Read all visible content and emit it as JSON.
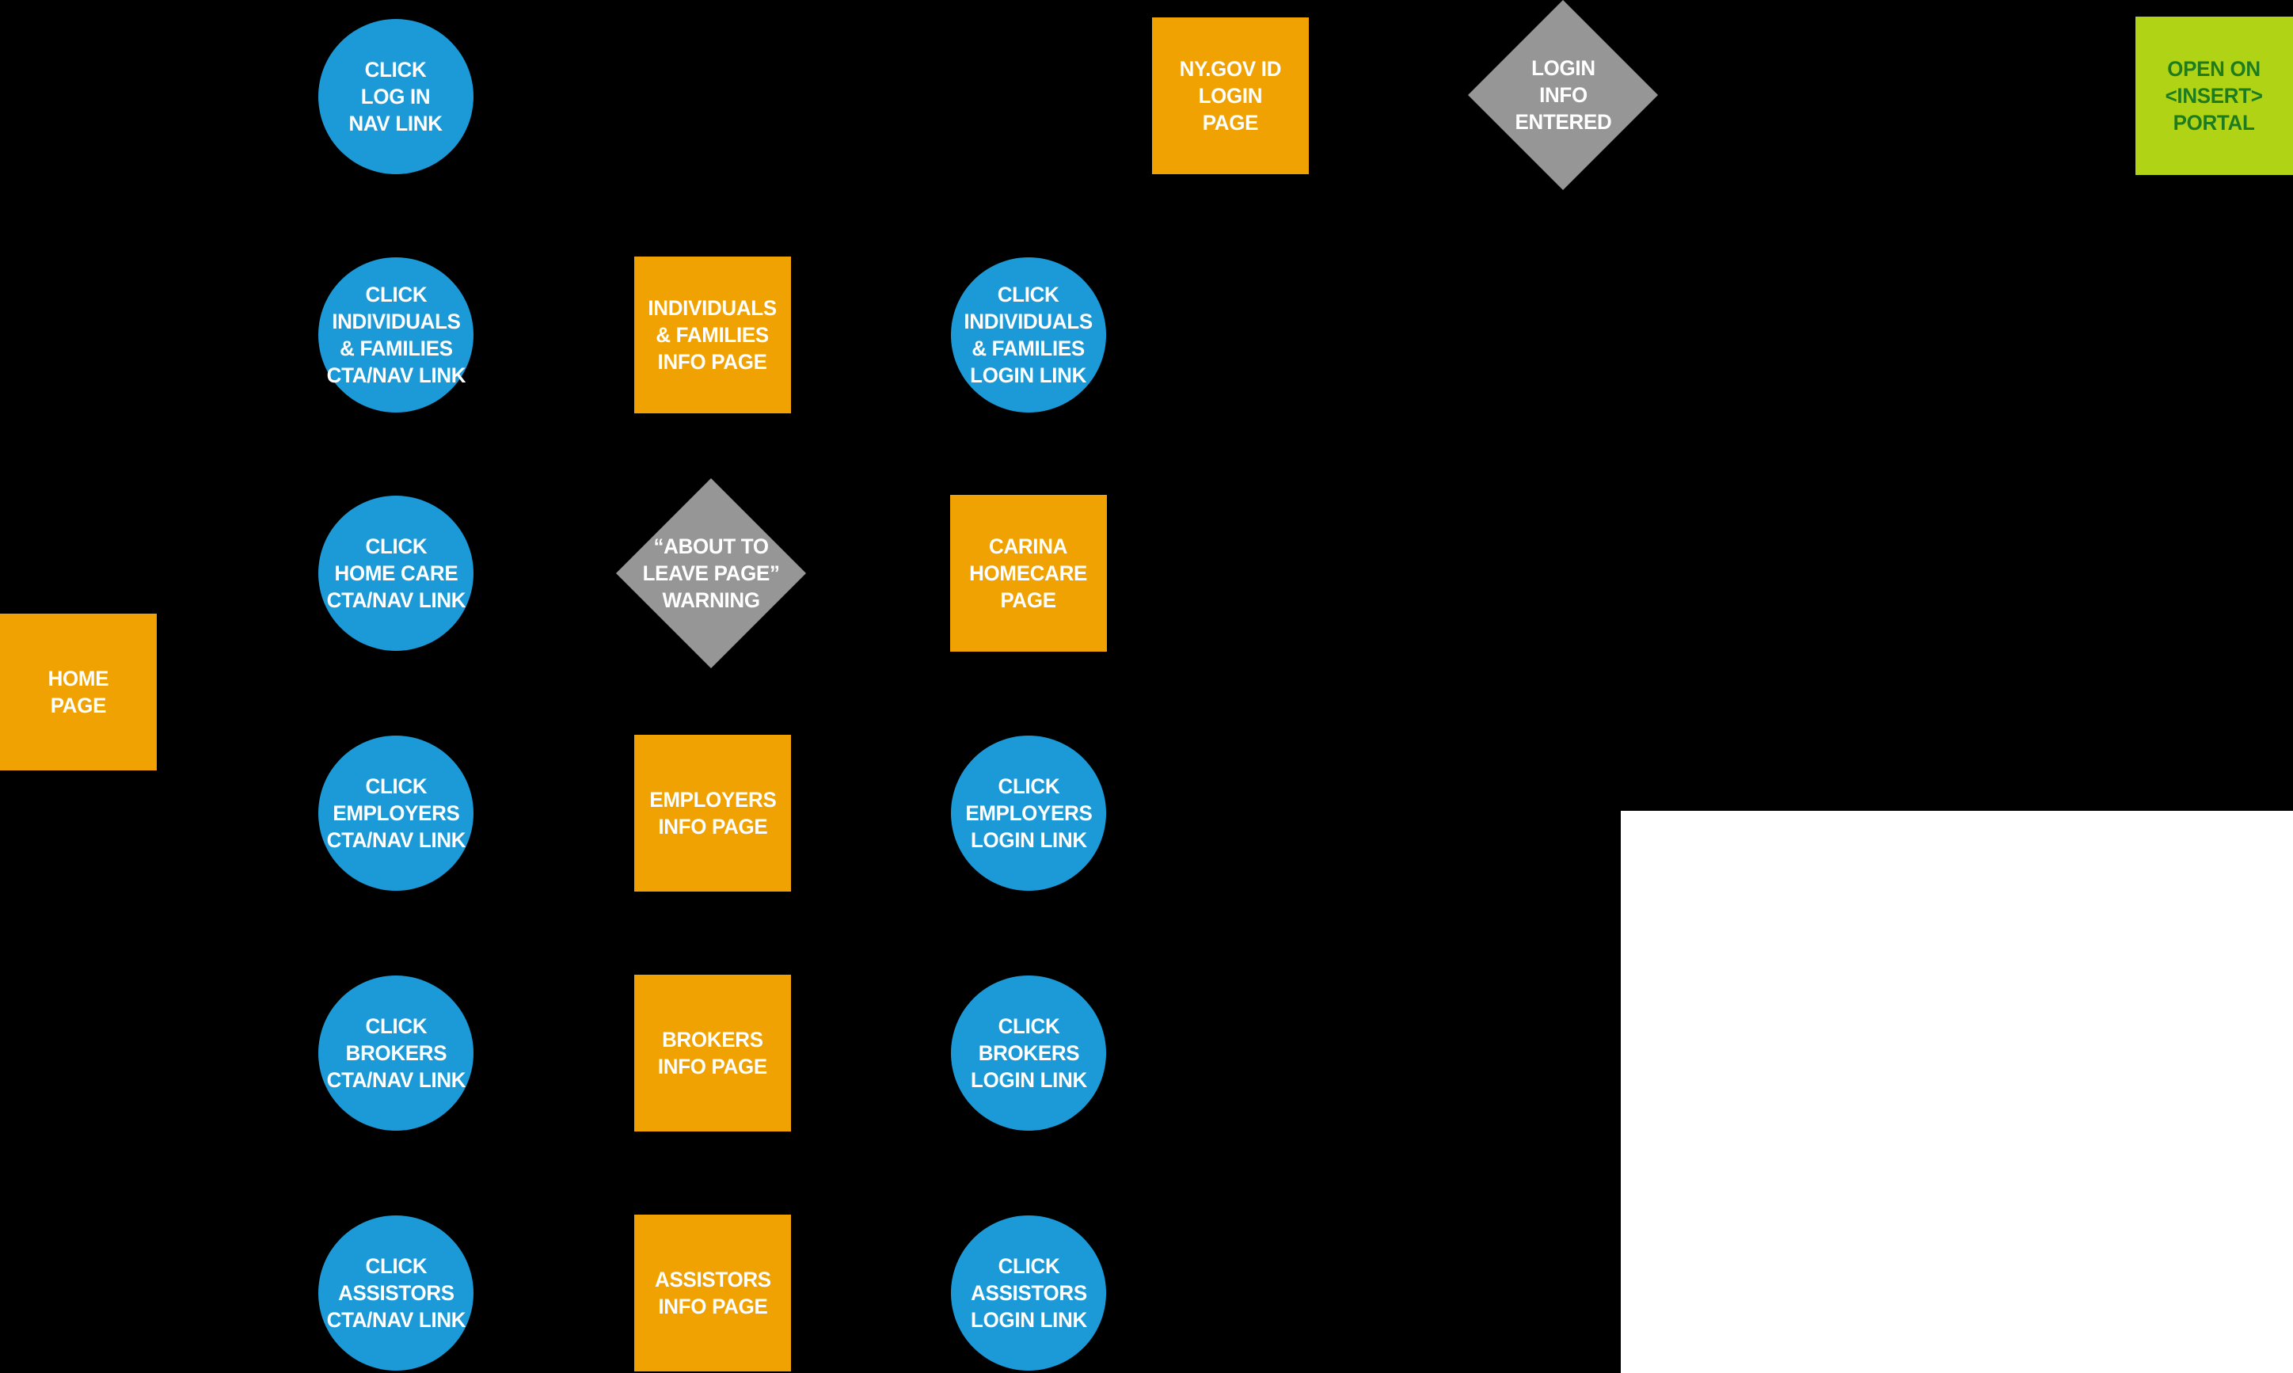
{
  "palette": {
    "background": "#000000",
    "blue": "#1B9AD7",
    "orange": "#F0A202",
    "gray": "#969696",
    "green-bg": "#B0D415",
    "green-text": "#1E7C1E",
    "white": "#FFFFFF",
    "text-light": "#FFFFFF"
  },
  "nodes": {
    "click_login_nav": {
      "label": "CLICK\nLOG IN\nNAV LINK"
    },
    "nygov_login_page": {
      "label": "NY.GOV ID\nLOGIN\nPAGE"
    },
    "login_info_entered": {
      "label": "LOGIN\nINFO\nENTERED"
    },
    "open_portal": {
      "label": "OPEN ON\n<INSERT>\nPORTAL"
    },
    "click_indfam_cta": {
      "label": "CLICK\nINDIVIDUALS\n& FAMILIES\nCTA/NAV LINK"
    },
    "indfam_info_page": {
      "label": "INDIVIDUALS\n& FAMILIES\nINFO PAGE"
    },
    "click_indfam_login": {
      "label": "CLICK\nINDIVIDUALS\n& FAMILIES\nLOGIN LINK"
    },
    "click_homecare_cta": {
      "label": "CLICK\nHOME CARE\nCTA/NAV LINK"
    },
    "about_to_leave_warning": {
      "label": "“ABOUT TO\nLEAVE PAGE”\nWARNING"
    },
    "carina_homecare_page": {
      "label": "CARINA\nHOMECARE\nPAGE"
    },
    "home_page": {
      "label": "HOME\nPAGE"
    },
    "click_employers_cta": {
      "label": "CLICK\nEMPLOYERS\nCTA/NAV LINK"
    },
    "employers_info_page": {
      "label": "EMPLOYERS\nINFO PAGE"
    },
    "click_employers_login": {
      "label": "CLICK\nEMPLOYERS\nLOGIN LINK"
    },
    "click_brokers_cta": {
      "label": "CLICK\nBROKERS\nCTA/NAV LINK"
    },
    "brokers_info_page": {
      "label": "BROKERS\nINFO PAGE"
    },
    "click_brokers_login": {
      "label": "CLICK\nBROKERS\nLOGIN LINK"
    },
    "click_assistors_cta": {
      "label": "CLICK\nASSISTORS\nCTA/NAV LINK"
    },
    "assistors_info_page": {
      "label": "ASSISTORS\nINFO PAGE"
    },
    "click_assistors_login": {
      "label": "CLICK\nASSISTORS\nLOGIN LINK"
    }
  }
}
